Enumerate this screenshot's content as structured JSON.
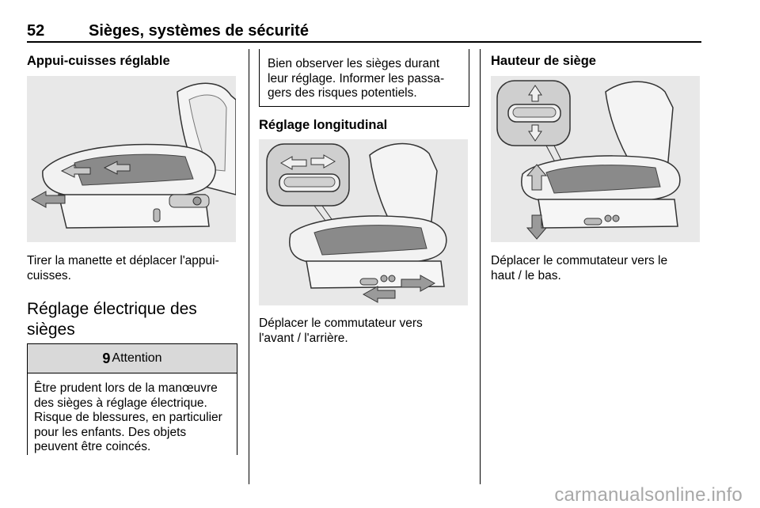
{
  "header": {
    "page_number": "52",
    "title": "Sièges, systèmes de sécurité"
  },
  "col1": {
    "heading": "Appui-cuisses réglable",
    "caption": "Tirer la manette et déplacer l'appui-\ncuisses.",
    "section_title": "Réglage électrique des\nsièges",
    "warning": {
      "symbol": "9",
      "title": "Attention",
      "body": "Être prudent lors de la manœuvre\ndes sièges à réglage électrique.\nRisque de blessures, en particulier\npour les enfants. Des objets\npeuvent être coincés."
    }
  },
  "col2": {
    "note": "Bien observer les sièges durant\nleur réglage. Informer les passa-\ngers des risques potentiels.",
    "heading": "Réglage longitudinal",
    "caption": "Déplacer le commutateur vers\nl'avant / l'arrière."
  },
  "col3": {
    "heading": "Hauteur de siège",
    "caption": "Déplacer le commutateur vers le\nhaut / le bas."
  },
  "watermark": "carmanualsonline.info"
}
